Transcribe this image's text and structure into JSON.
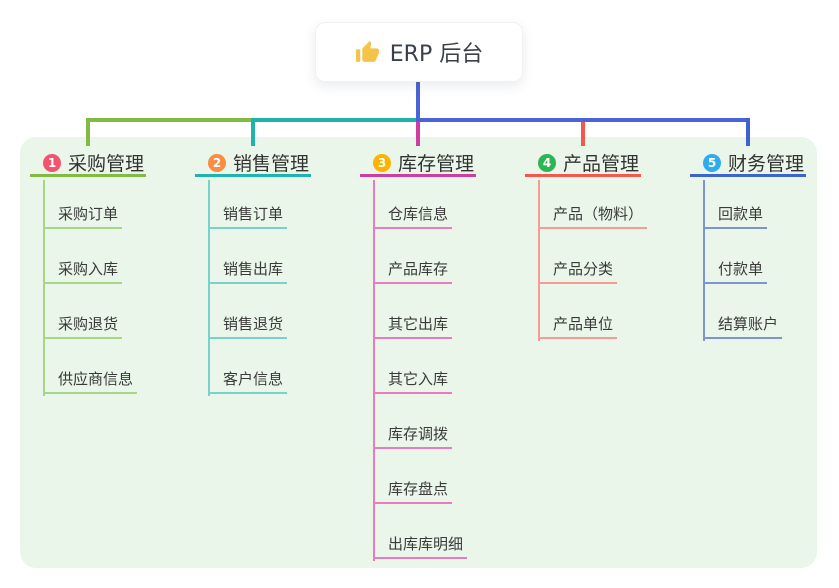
{
  "root": {
    "title": "ERP 后台",
    "icon": "thumbs-up",
    "icon_color": "#F6C34A"
  },
  "panel": {
    "background": "#E9F6E9"
  },
  "connector": {
    "stem_color": "#4A63D8"
  },
  "branches": [
    {
      "badge": "1",
      "title": "采购管理",
      "colors": {
        "badge": "#F3536F",
        "line_strong": "#82BB44",
        "line_light": "#A8D687"
      },
      "children": [
        "采购订单",
        "采购入库",
        "采购退货",
        "供应商信息"
      ]
    },
    {
      "badge": "2",
      "title": "销售管理",
      "colors": {
        "badge": "#F78E44",
        "line_strong": "#1EB3AD",
        "line_light": "#79D1C9"
      },
      "children": [
        "销售订单",
        "销售出库",
        "销售退货",
        "客户信息"
      ]
    },
    {
      "badge": "3",
      "title": "库存管理",
      "colors": {
        "badge": "#FFB300",
        "line_strong": "#CE3DA2",
        "line_light": "#E97BC0"
      },
      "children": [
        "仓库信息",
        "产品库存",
        "其它出库",
        "其它入库",
        "库存调拨",
        "库存盘点",
        "出库库明细"
      ]
    },
    {
      "badge": "4",
      "title": "产品管理",
      "colors": {
        "badge": "#2CB552",
        "line_strong": "#F25750",
        "line_light": "#F79B94"
      },
      "children": [
        "产品（物料）",
        "产品分类",
        "产品单位"
      ]
    },
    {
      "badge": "5",
      "title": "财务管理",
      "colors": {
        "badge": "#2EACEF",
        "line_strong": "#3D63CF",
        "line_light": "#7E93CF"
      },
      "children": [
        "回款单",
        "付款单",
        "结算账户"
      ]
    }
  ]
}
